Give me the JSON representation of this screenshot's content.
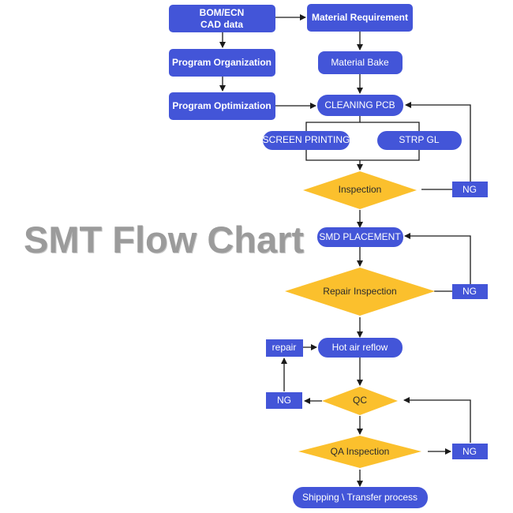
{
  "title": "SMT Flow Chart",
  "colors": {
    "box": "#4355d8",
    "decision": "#fbc02d",
    "line": "#1a1a1a",
    "title": "#9b9b9b",
    "text_on_box": "#ffffff",
    "text_on_decision": "#2b2b2b"
  },
  "nodes": {
    "bom_ecn_line1": "BOM/ECN",
    "bom_ecn_line2": "CAD data",
    "program_organization": "Program Organization",
    "program_optimization": "Program Optimization",
    "material_requirement": "Material Requirement",
    "material_bake": "Material Bake",
    "cleaning_pcb": "CLEANING PCB",
    "screen_printing": "SCREEN PRINTING",
    "strp_gl": "STRP GL",
    "inspection": "Inspection",
    "ng_1": "NG",
    "smd_placement": "SMD PLACEMENT",
    "repair_inspection": "Repair Inspection",
    "ng_2": "NG",
    "repair": "repair",
    "hot_air_reflow": "Hot air reflow",
    "ng_3": "NG",
    "qc": "QC",
    "qa_inspection": "QA Inspection",
    "ng_4": "NG",
    "shipping": "Shipping \\ Transfer process"
  }
}
